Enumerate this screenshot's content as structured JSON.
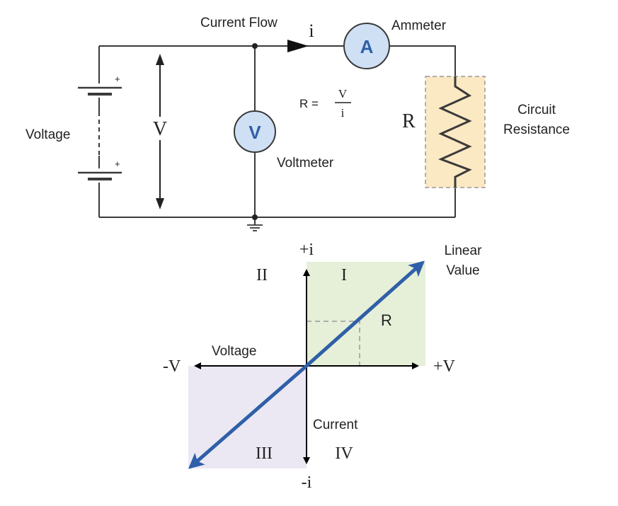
{
  "circuit": {
    "current_flow_label": "Current Flow",
    "current_symbol": "i",
    "ammeter_label": "Ammeter",
    "ammeter_symbol": "A",
    "voltmeter_label": "Voltmeter",
    "voltmeter_symbol": "V",
    "voltage_label": "Voltage",
    "voltage_symbol": "V",
    "resistor_symbol": "R",
    "resistance_label_line1": "Circuit",
    "resistance_label_line2": "Resistance",
    "plus_sign": "+",
    "formula": {
      "lhs": "R =",
      "numerator": "V",
      "denominator": "i"
    }
  },
  "graph": {
    "y_pos_label": "+i",
    "y_neg_label": "-i",
    "x_pos_label": "+V",
    "x_neg_label": "-V",
    "quadrants": {
      "q1": "I",
      "q2": "II",
      "q3": "III",
      "q4": "IV"
    },
    "slope_label": "R",
    "voltage_axis_label": "Voltage",
    "current_axis_label": "Current",
    "line_label_line1": "Linear",
    "line_label_line2": "Value"
  },
  "colors": {
    "wire": "#3a3a3a",
    "meter_fill": "#cfe0f5",
    "meter_text": "#2f5fa8",
    "resistor_box": "#fbe9c3",
    "quadrant1_fill": "#e6efd8",
    "quadrant3_fill": "#ebe8f4",
    "line_blue": "#2f5fa8"
  }
}
